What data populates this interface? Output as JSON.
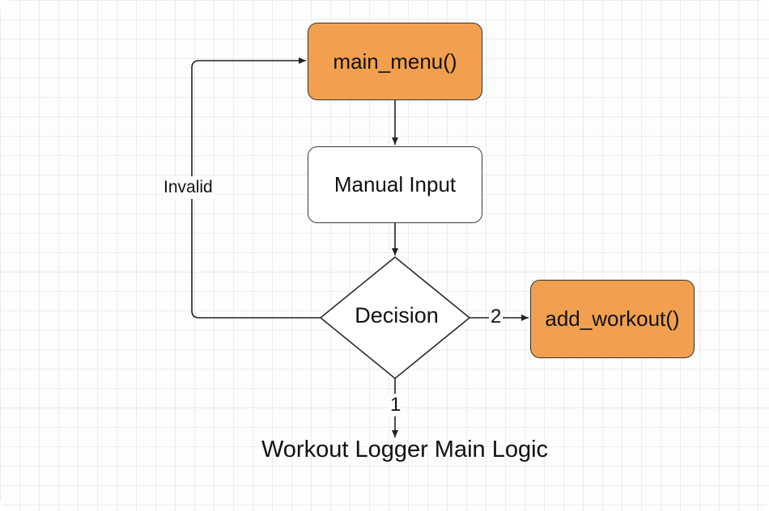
{
  "diagram": {
    "nodes": {
      "main_menu": "main_menu()",
      "manual_input": "Manual Input",
      "decision": "Decision",
      "add_workout": "add_workout()"
    },
    "edge_labels": {
      "invalid": "Invalid",
      "option_two": "2",
      "option_one": "1"
    },
    "caption": "Workout Logger Main Logic"
  },
  "colors": {
    "accent_node": "#f2a04f",
    "plain_node": "#ffffff",
    "line": "#222222"
  }
}
